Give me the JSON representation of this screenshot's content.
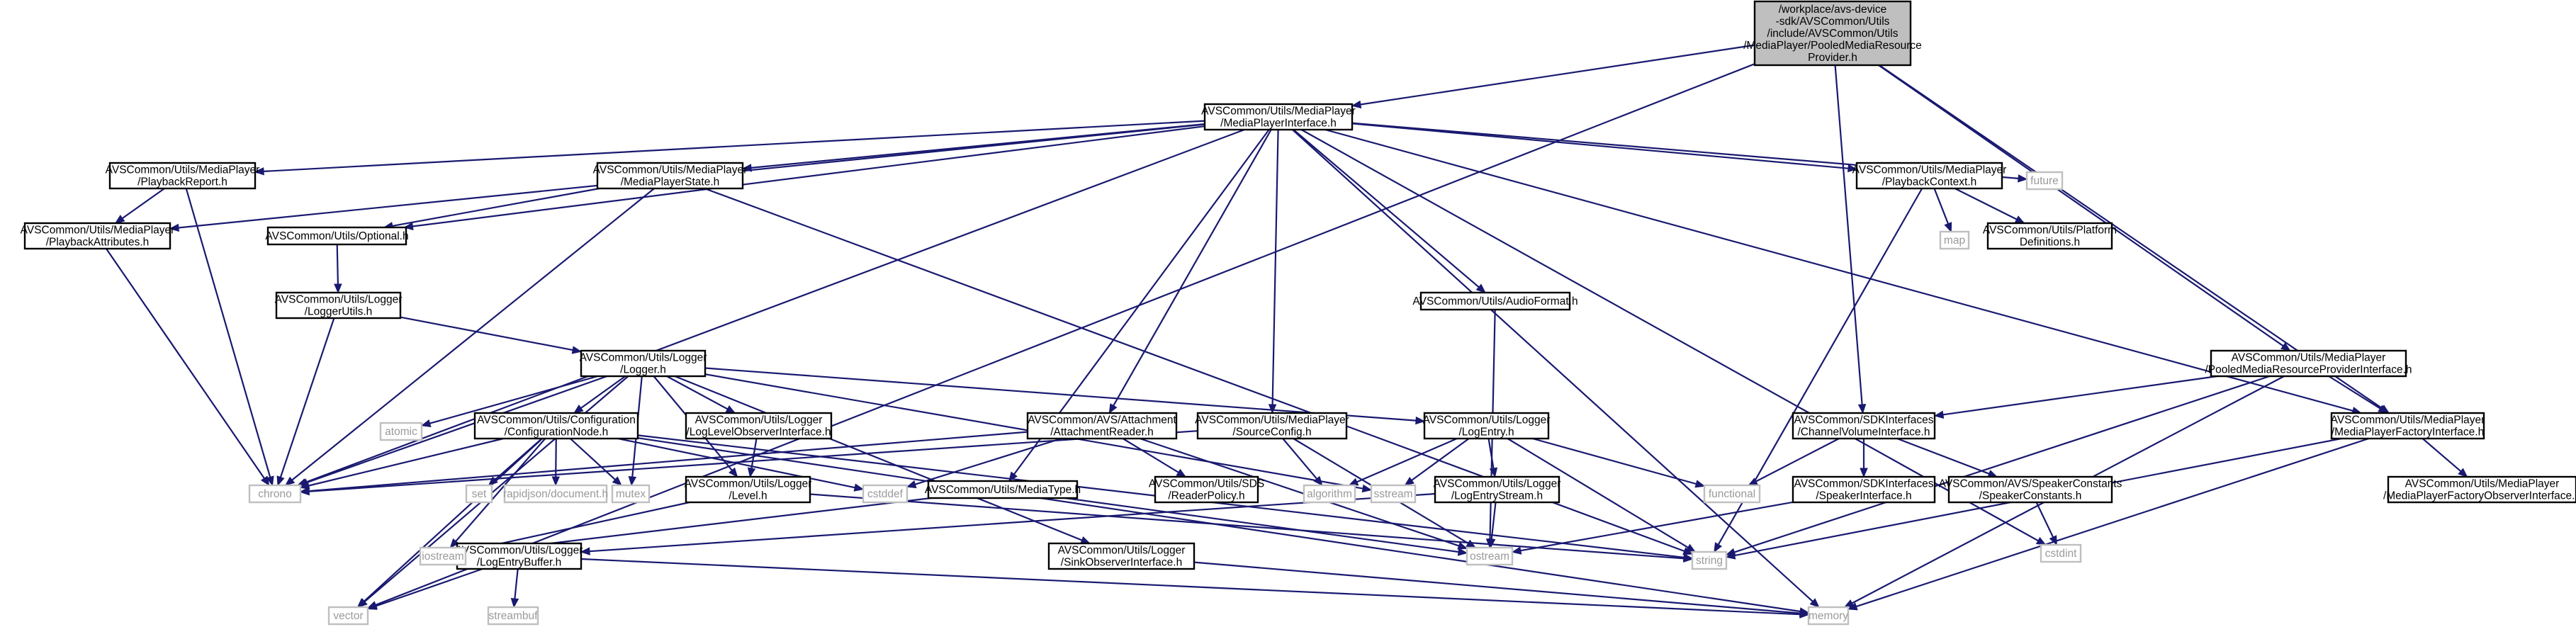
{
  "colors": {
    "edge": "#191970",
    "root_fill": "#bfbfbf",
    "box_fill": "#ffffff",
    "box_stroke": "#000000",
    "system_stroke": "#bfbfbf",
    "system_text": "#9a9a9a"
  },
  "nodes": [
    {
      "id": "root",
      "lines": [
        "/workplace/avs-device",
        "-sdk/AVSCommon/Utils",
        "/include/AVSCommon/Utils",
        "/MediaPlayer/PooledMediaResource",
        "Provider.h"
      ]
    },
    {
      "id": "mpi",
      "lines": [
        "AVSCommon/Utils/MediaPlayer",
        "/MediaPlayerInterface.h"
      ]
    },
    {
      "id": "pr",
      "lines": [
        "AVSCommon/Utils/MediaPlayer",
        "/PlaybackReport.h"
      ]
    },
    {
      "id": "mps",
      "lines": [
        "AVSCommon/Utils/MediaPlayer",
        "/MediaPlayerState.h"
      ]
    },
    {
      "id": "pa",
      "lines": [
        "AVSCommon/Utils/MediaPlayer",
        "/PlaybackAttributes.h"
      ]
    },
    {
      "id": "opt",
      "lines": [
        "AVSCommon/Utils/Optional.h"
      ]
    },
    {
      "id": "lu",
      "lines": [
        "AVSCommon/Utils/Logger",
        "/LoggerUtils.h"
      ]
    },
    {
      "id": "lg",
      "lines": [
        "AVSCommon/Utils/Logger",
        "/Logger.h"
      ]
    },
    {
      "id": "cn",
      "lines": [
        "AVSCommon/Utils/Configuration",
        "/ConfigurationNode.h"
      ]
    },
    {
      "id": "lloi",
      "lines": [
        "AVSCommon/Utils/Logger",
        "/LogLevelObserverInterface.h"
      ]
    },
    {
      "id": "lvl",
      "lines": [
        "AVSCommon/Utils/Logger",
        "/Level.h"
      ]
    },
    {
      "id": "leb",
      "lines": [
        "AVSCommon/Utils/Logger",
        "/LogEntryBuffer.h"
      ]
    },
    {
      "id": "ar",
      "lines": [
        "AVSCommon/AVS/Attachment",
        "/AttachmentReader.h"
      ]
    },
    {
      "id": "mt",
      "lines": [
        "AVSCommon/Utils/MediaType.h"
      ]
    },
    {
      "id": "sc",
      "lines": [
        "AVSCommon/Utils/MediaPlayer",
        "/SourceConfig.h"
      ]
    },
    {
      "id": "rp",
      "lines": [
        "AVSCommon/Utils/SDS",
        "/ReaderPolicy.h"
      ]
    },
    {
      "id": "soi",
      "lines": [
        "AVSCommon/Utils/Logger",
        "/SinkObserverInterface.h"
      ]
    },
    {
      "id": "af",
      "lines": [
        "AVSCommon/Utils/AudioFormat.h"
      ]
    },
    {
      "id": "le",
      "lines": [
        "AVSCommon/Utils/Logger",
        "/LogEntry.h"
      ]
    },
    {
      "id": "les",
      "lines": [
        "AVSCommon/Utils/Logger",
        "/LogEntryStream.h"
      ]
    },
    {
      "id": "pc",
      "lines": [
        "AVSCommon/Utils/MediaPlayer",
        "/PlaybackContext.h"
      ]
    },
    {
      "id": "pd",
      "lines": [
        "AVSCommon/Utils/Platform",
        "Definitions.h"
      ]
    },
    {
      "id": "pmrpi",
      "lines": [
        "AVSCommon/Utils/MediaPlayer",
        "/PooledMediaResourceProviderInterface.h"
      ]
    },
    {
      "id": "cvi",
      "lines": [
        "AVSCommon/SDKInterfaces",
        "/ChannelVolumeInterface.h"
      ]
    },
    {
      "id": "mpfi",
      "lines": [
        "AVSCommon/Utils/MediaPlayer",
        "/MediaPlayerFactoryInterface.h"
      ]
    },
    {
      "id": "spi",
      "lines": [
        "AVSCommon/SDKInterfaces",
        "/SpeakerInterface.h"
      ]
    },
    {
      "id": "spc",
      "lines": [
        "AVSCommon/AVS/SpeakerConstants",
        "/SpeakerConstants.h"
      ]
    },
    {
      "id": "mpfoi",
      "lines": [
        "AVSCommon/Utils/MediaPlayer",
        "/MediaPlayerFactoryObserverInterface.h"
      ]
    },
    {
      "id": "future",
      "lines": [
        "future"
      ],
      "system": true
    },
    {
      "id": "map",
      "lines": [
        "map"
      ],
      "system": true
    },
    {
      "id": "chrono",
      "lines": [
        "chrono"
      ],
      "system": true
    },
    {
      "id": "atomic",
      "lines": [
        "atomic"
      ],
      "system": true
    },
    {
      "id": "set",
      "lines": [
        "set"
      ],
      "system": true
    },
    {
      "id": "rjson",
      "lines": [
        "rapidjson/document.h"
      ],
      "system": true
    },
    {
      "id": "mutex",
      "lines": [
        "mutex"
      ],
      "system": true
    },
    {
      "id": "cstddef",
      "lines": [
        "cstddef"
      ],
      "system": true
    },
    {
      "id": "algorithm",
      "lines": [
        "algorithm"
      ],
      "system": true
    },
    {
      "id": "sstream",
      "lines": [
        "sstream"
      ],
      "system": true
    },
    {
      "id": "functional",
      "lines": [
        "functional"
      ],
      "system": true
    },
    {
      "id": "string",
      "lines": [
        "string"
      ],
      "system": true
    },
    {
      "id": "cstdint",
      "lines": [
        "cstdint"
      ],
      "system": true
    },
    {
      "id": "iostream",
      "lines": [
        "iostream"
      ],
      "system": true
    },
    {
      "id": "ostream",
      "lines": [
        "ostream"
      ],
      "system": true
    },
    {
      "id": "vector",
      "lines": [
        "vector"
      ],
      "system": true
    },
    {
      "id": "streambuf",
      "lines": [
        "streambuf"
      ],
      "system": true
    },
    {
      "id": "memory",
      "lines": [
        "memory"
      ],
      "system": true
    }
  ],
  "edges": [
    [
      "root",
      "mpi"
    ],
    [
      "root",
      "vector"
    ],
    [
      "root",
      "cvi"
    ],
    [
      "root",
      "pmrpi"
    ],
    [
      "root",
      "mpfi"
    ],
    [
      "mpi",
      "pr"
    ],
    [
      "mpi",
      "pa"
    ],
    [
      "mpi",
      "chrono"
    ],
    [
      "mpi",
      "mps"
    ],
    [
      "mpi",
      "opt"
    ],
    [
      "mpi",
      "mt"
    ],
    [
      "mpi",
      "ar"
    ],
    [
      "mpi",
      "sc"
    ],
    [
      "mpi",
      "af"
    ],
    [
      "mpi",
      "pc"
    ],
    [
      "mpi",
      "future"
    ],
    [
      "mpi",
      "cstdint"
    ],
    [
      "mpi",
      "memory"
    ],
    [
      "mpi",
      "mpfi"
    ],
    [
      "pr",
      "pa"
    ],
    [
      "pr",
      "chrono"
    ],
    [
      "pa",
      "chrono"
    ],
    [
      "mps",
      "opt"
    ],
    [
      "mps",
      "chrono"
    ],
    [
      "mps",
      "string"
    ],
    [
      "opt",
      "lu"
    ],
    [
      "lu",
      "lg"
    ],
    [
      "lu",
      "chrono"
    ],
    [
      "lg",
      "chrono"
    ],
    [
      "lg",
      "atomic"
    ],
    [
      "lg",
      "cn"
    ],
    [
      "lg",
      "lloi"
    ],
    [
      "lg",
      "lvl"
    ],
    [
      "lg",
      "mutex"
    ],
    [
      "lg",
      "vector"
    ],
    [
      "lg",
      "sstream"
    ],
    [
      "lg",
      "le"
    ],
    [
      "lg",
      "soi"
    ],
    [
      "cn",
      "chrono"
    ],
    [
      "cn",
      "set"
    ],
    [
      "cn",
      "rjson"
    ],
    [
      "cn",
      "mutex"
    ],
    [
      "cn",
      "cstddef"
    ],
    [
      "cn",
      "iostream"
    ],
    [
      "cn",
      "vector"
    ],
    [
      "cn",
      "string"
    ],
    [
      "cn",
      "memory"
    ],
    [
      "lloi",
      "lvl"
    ],
    [
      "lvl",
      "iostream"
    ],
    [
      "lvl",
      "string"
    ],
    [
      "ar",
      "chrono"
    ],
    [
      "ar",
      "cstddef"
    ],
    [
      "ar",
      "rp"
    ],
    [
      "ar",
      "ostream"
    ],
    [
      "mt",
      "ostream"
    ],
    [
      "mt",
      "iostream"
    ],
    [
      "sc",
      "chrono"
    ],
    [
      "sc",
      "algorithm"
    ],
    [
      "sc",
      "ostream"
    ],
    [
      "soi",
      "memory"
    ],
    [
      "af",
      "ostream"
    ],
    [
      "le",
      "algorithm"
    ],
    [
      "le",
      "sstream"
    ],
    [
      "le",
      "functional"
    ],
    [
      "le",
      "les"
    ],
    [
      "le",
      "string"
    ],
    [
      "les",
      "leb"
    ],
    [
      "les",
      "ostream"
    ],
    [
      "leb",
      "vector"
    ],
    [
      "leb",
      "streambuf"
    ],
    [
      "leb",
      "memory"
    ],
    [
      "pc",
      "map"
    ],
    [
      "pc",
      "pd"
    ],
    [
      "pc",
      "string"
    ],
    [
      "pmrpi",
      "cvi"
    ],
    [
      "pmrpi",
      "mpfi"
    ],
    [
      "pmrpi",
      "memory"
    ],
    [
      "pmrpi",
      "string"
    ],
    [
      "cvi",
      "functional"
    ],
    [
      "cvi",
      "spi"
    ],
    [
      "cvi",
      "spc"
    ],
    [
      "spi",
      "ostream"
    ],
    [
      "spc",
      "cstdint"
    ],
    [
      "mpfi",
      "mpfoi"
    ],
    [
      "mpfi",
      "memory"
    ],
    [
      "mpfi",
      "string"
    ]
  ]
}
